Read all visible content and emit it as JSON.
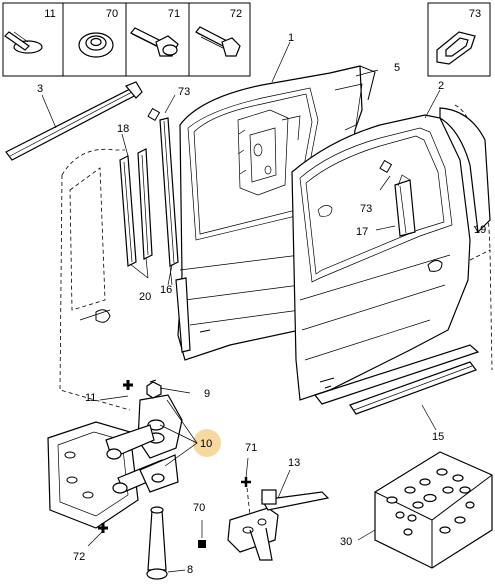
{
  "legend_boxes": [
    {
      "number": "11",
      "icon": "screw-washer-icon"
    },
    {
      "number": "70",
      "icon": "nut-icon"
    },
    {
      "number": "71",
      "icon": "bolt-icon"
    },
    {
      "number": "72",
      "icon": "screw-icon"
    },
    {
      "number": "73",
      "icon": "plug-icon"
    }
  ],
  "callouts": {
    "c1": "1",
    "c2": "2",
    "c3": "3",
    "c5": "5",
    "c8": "8",
    "c9": "9",
    "c10": "10",
    "c11": "11",
    "c13": "13",
    "c15": "15",
    "c16": "16",
    "c17": "17",
    "c18": "18",
    "c19": "19",
    "c20": "20",
    "c30": "30",
    "c70": "70",
    "c71": "71",
    "c72": "72",
    "c73a": "73",
    "c73b": "73"
  },
  "colors": {
    "highlight": "#f7d9a0",
    "line": "#000000",
    "fill": "#ffffff"
  }
}
